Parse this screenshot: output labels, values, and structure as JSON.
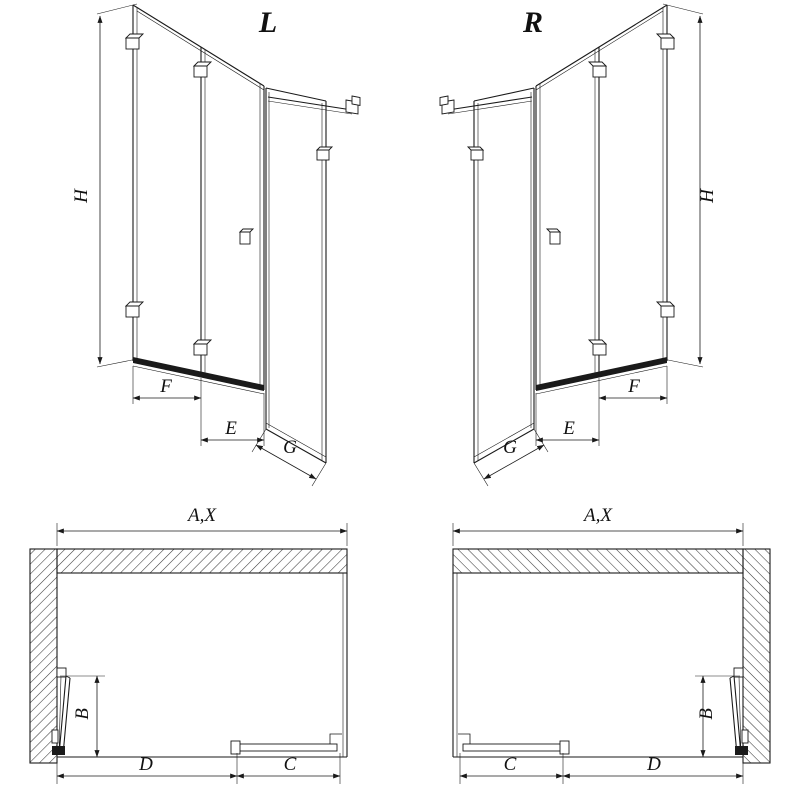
{
  "elevations": {
    "left": {
      "label": "L",
      "h": "H",
      "f": "F",
      "e": "E",
      "g": "G"
    },
    "right": {
      "label": "R",
      "h": "H",
      "f": "F",
      "e": "E",
      "g": "G"
    }
  },
  "plans": {
    "left": {
      "width": "A,X",
      "b": "B",
      "d": "D",
      "c": "C"
    },
    "right": {
      "width": "A,X",
      "b": "B",
      "d": "D",
      "c": "C"
    }
  },
  "colors": {
    "line": "#1a1a1a",
    "background": "#ffffff"
  }
}
